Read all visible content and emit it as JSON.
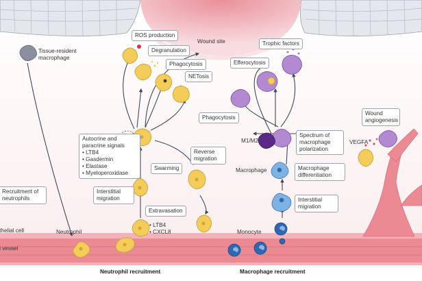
{
  "labels": {
    "wound_site": "Wound site",
    "tissue_resident_macrophage": "Tissue-resident macrophage",
    "ros_production": "ROS production",
    "degranulation": "Degranulation",
    "phagocytosis_neutrophil": "Phagocytosis",
    "netosis": "NETosis",
    "trophic_factors": "Trophic factors",
    "efferocytosis": "Efferocytosis",
    "phagocytosis_macrophage": "Phagocytosis",
    "autocrine_title": "Autocrine and paracrine signals",
    "autocrine_items": [
      "LTB4",
      "Gasdermin",
      "Elastase",
      "Myeloperoxidase"
    ],
    "swarming": "Swarming",
    "reverse_migration": "Reverse migration",
    "interstitial_migration_neutrophil": "Interstitial migration",
    "extravasation": "Extravasation",
    "extravasation_items": [
      "LTB4",
      "CXCL8"
    ],
    "recruitment_of_neutrophils": "Recruitment of neutrophils",
    "endothelial_cell": "Endothelial cell",
    "neutrophil": "Neutrophil",
    "blood_vessel": "Blood vessel",
    "monocyte": "Monocyte",
    "m1_m2": "M1/M2",
    "spectrum_polarization": "Spectrum of macrophage polarization",
    "macrophage": "Macrophage",
    "macrophage_differentiation": "Macrophage differentiation",
    "interstitial_migration_macrophage": "Interstitial migration",
    "wound_angiogenesis": "Wound angiogenesis",
    "vegfa": "VEGFA",
    "neutrophil_recruitment": "Neutrophil recruitment",
    "macrophage_recruitment": "Macrophage recruitment"
  },
  "colors": {
    "skin": "#e7eaee",
    "wound": "#f2c3c8",
    "vessel": "#ee8e97",
    "neutrophil": "#f3cc5a",
    "macrophage": "#a879c9",
    "monocyte": "#2f67b0",
    "macrophage_blue": "#6aa3d9",
    "arrow": "#3d4756"
  }
}
